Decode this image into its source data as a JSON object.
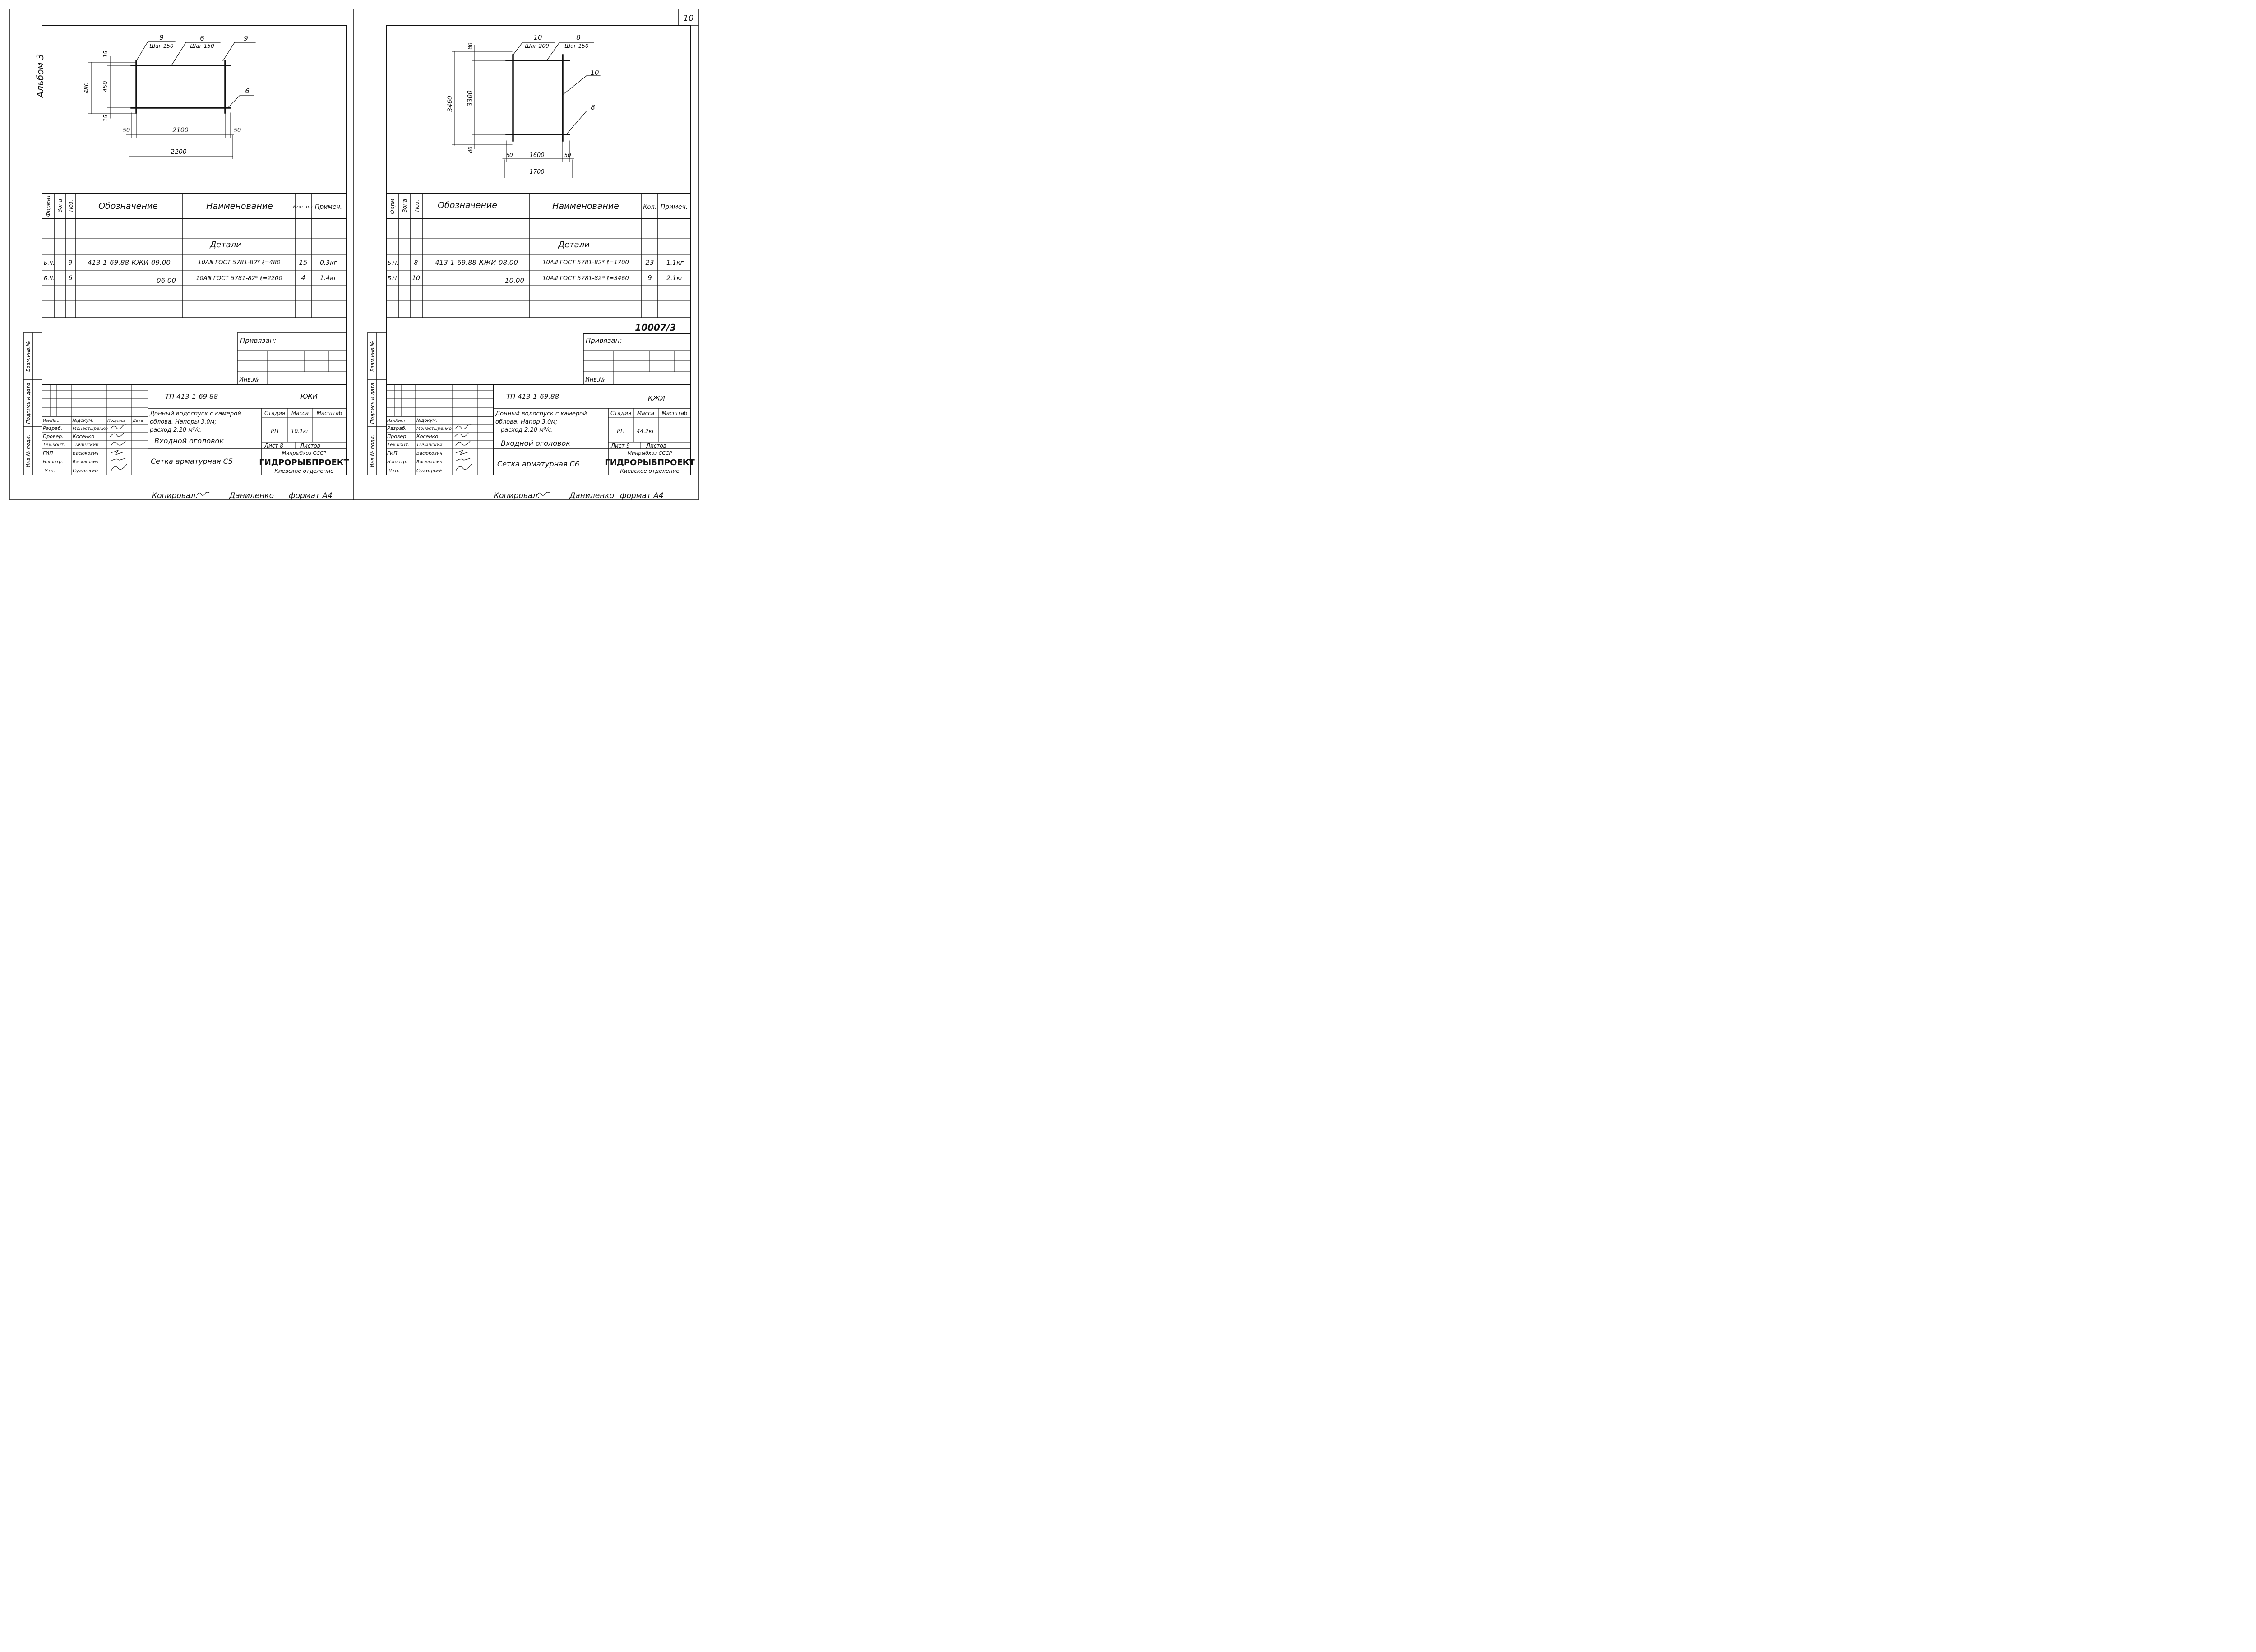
{
  "page_number": "10",
  "album_label": "Альбом 3",
  "left": {
    "callouts": {
      "a_pos": "9",
      "a_step": "Шаг 150",
      "b_pos": "6",
      "b_step": "Шаг 150",
      "c_pos": "9",
      "d_pos": "6"
    },
    "dims": {
      "h_total": "480",
      "h_inner": "450",
      "top_off": "15",
      "bot_off": "15",
      "w_ov_l": "50",
      "w_inner": "2100",
      "w_ov_r": "50",
      "w_total": "2200"
    },
    "spec": {
      "headers": {
        "format": "Формат",
        "zone": "Зона",
        "pos": "Поз.",
        "designation": "Обозначение",
        "name": "Наименование",
        "qty": "Кол. шт",
        "note": "Примеч."
      },
      "section": "Детали",
      "rows": [
        {
          "format": "Б.Ч.",
          "pos": "9",
          "designation": "413-1-69.88-КЖИ-09.00",
          "name": "10АⅢ ГОСТ 5781-82* ℓ=480",
          "qty": "15",
          "note": "0.3кг"
        },
        {
          "format": "Б.Ч.",
          "pos": "6",
          "designation": "-06.00",
          "name": "10АⅢ ГОСТ 5781-82* ℓ=2200",
          "qty": "4",
          "note": "1.4кг"
        }
      ]
    },
    "privyazan": "Привязан:",
    "inv_no": "Инв.№",
    "side_labels": {
      "vzam": "Взам.инв.№",
      "podp": "Подпись и дата",
      "inv_podl": "Инв.№ подл."
    },
    "title_block": {
      "doc_code": "ТП 413-1-69.88",
      "doc_mark": "КЖИ",
      "description_lines": [
        "Донный водоспуск с камерой",
        "облова. Напоры 3.0м;",
        "расход 2.20 м³/с."
      ],
      "object": "Входной оголовок",
      "sheet_title": "Сетка арматурная С5",
      "stage_label": "Стадия",
      "mass_label": "Масса",
      "scale_label": "Масштаб",
      "stage": "РП",
      "mass": "10.1кг",
      "sheet_label": "Лист 8",
      "sheets_label": "Листов",
      "org_lines": [
        "Минрыбхоз СССР",
        "ГИДРОРЫБПРОЕКТ",
        "Киевское отделение"
      ],
      "rev_header": [
        "Изм.",
        "Лист",
        "№докум.",
        "Подпись",
        "Дата"
      ],
      "people": [
        {
          "role": "Разраб.",
          "name": "Монастыренко"
        },
        {
          "role": "Провер.",
          "name": "Косенко"
        },
        {
          "role": "Тех.конт.",
          "name": "Тычинский"
        },
        {
          "role": "ГИП",
          "name": "Васюкович"
        },
        {
          "role": "Н.контр.",
          "name": "Васюкович"
        },
        {
          "role": "Утв.",
          "name": "Сухицкий"
        }
      ]
    },
    "footer": {
      "copied": "Копировал.",
      "copier": "Даниленко",
      "format": "формат А4"
    }
  },
  "right": {
    "callouts": {
      "a_pos": "10",
      "a_step": "Шаг 200",
      "b_pos": "8",
      "b_step": "Шаг 150",
      "c_pos": "10",
      "d_pos": "8"
    },
    "dims": {
      "h_total": "3460",
      "h_inner": "3300",
      "top_off": "80",
      "bot_off": "80",
      "w_ov_l": "50",
      "w_inner": "1600",
      "w_ov_r": "50",
      "w_total": "1700"
    },
    "spec": {
      "headers": {
        "format": "Форм.",
        "zone": "Зона",
        "pos": "Поз.",
        "designation": "Обозначение",
        "name": "Наименование",
        "qty": "Кол.",
        "note": "Примеч."
      },
      "section": "Детали",
      "rows": [
        {
          "format": "Б.Ч.",
          "pos": "8",
          "designation": "413-1-69.88-КЖИ-08.00",
          "name": "10АⅢ ГОСТ 5781-82* ℓ=1700",
          "qty": "23",
          "note": "1.1кг"
        },
        {
          "format": "Б.Ч",
          "pos": "10",
          "designation": "-10.00",
          "name": "10АⅢ ГОСТ 5781-82* ℓ=3460",
          "qty": "9",
          "note": "2.1кг"
        }
      ]
    },
    "stamp": "10007/3",
    "privyazan": "Привязан:",
    "inv_no": "Инв.№",
    "side_labels": {
      "vzam": "Взам.инв.№",
      "podp": "Подпись и дата",
      "inv_podl": "Инв.№ подл."
    },
    "title_block": {
      "doc_code": "ТП 413-1-69.88",
      "doc_mark": "КЖИ",
      "description_lines": [
        "Донный водоспуск с камерой",
        "облова. Напор 3.0м;",
        "расход 2.20 м³/с."
      ],
      "object": "Входной оголовок",
      "sheet_title": "Сетка арматурная С6",
      "stage_label": "Стадия",
      "mass_label": "Масса",
      "scale_label": "Масштаб",
      "stage": "РП",
      "mass": "44.2кг",
      "sheet_label": "Лист 9",
      "sheets_label": "Листов",
      "org_lines": [
        "Минрыбхоз СССР",
        "ГИДРОРЫБПРОЕКТ",
        "Киевское отделение"
      ],
      "rev_header": [
        "Изм.",
        "Лист",
        "№докум."
      ],
      "people": [
        {
          "role": "Разраб.",
          "name": "Монастыренко"
        },
        {
          "role": "Провер",
          "name": "Косенко"
        },
        {
          "role": "Тех.конт.",
          "name": "Тычинский"
        },
        {
          "role": "ГИП",
          "name": "Васюкович"
        },
        {
          "role": "Н.контр.",
          "name": "Васюкович"
        },
        {
          "role": "Утв.",
          "name": "Сухицкий"
        }
      ]
    },
    "footer": {
      "copied": "Копировал.",
      "copier": "Даниленко",
      "format": "формат А4"
    }
  }
}
